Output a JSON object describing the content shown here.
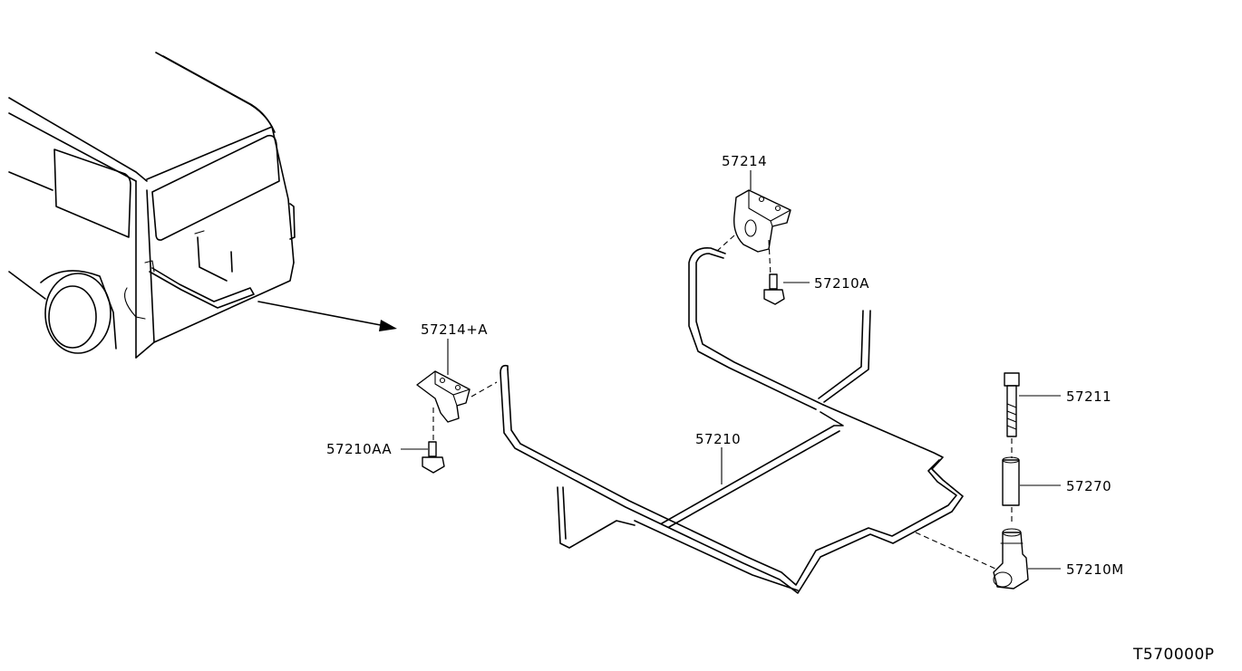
{
  "labels": {
    "p57214": "57214",
    "p57214A": "57214+A",
    "p57210A": "57210A",
    "p57210AA": "57210AA",
    "p57210": "57210",
    "p57211": "57211",
    "p57270": "57270",
    "p57210M": "57210M"
  },
  "diagram_code": "T570000P",
  "colors": {
    "line": "#000000",
    "background": "#ffffff"
  }
}
